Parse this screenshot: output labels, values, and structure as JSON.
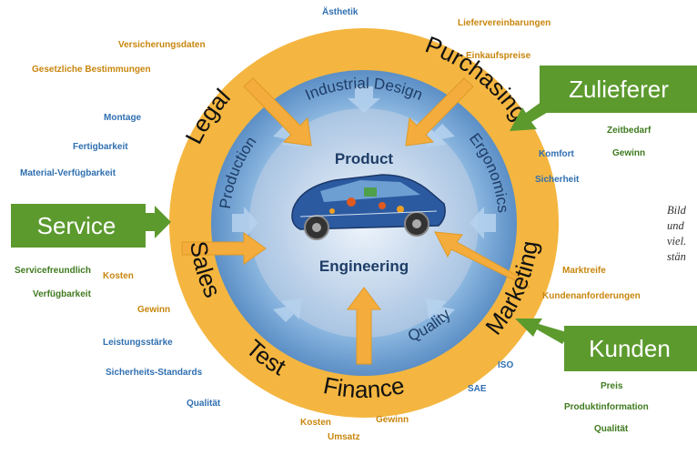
{
  "colors": {
    "outer_ring": "#f4b640",
    "inner_ring": "#6fa4d8",
    "core": "#c7d8ea",
    "arrow_orange": "#f4ad3c",
    "arrow_blue": "#8cb8e0",
    "green_box": "#5c9a2e",
    "ring_text": "#111111",
    "inner_text": "#1e3d66",
    "label_blue": "#2f6fb0",
    "label_orange": "#c8860e",
    "label_green": "#3f7a1f"
  },
  "outer_ring": {
    "legal": "Legal",
    "purchasing": "Purchasing",
    "marketing": "Marketing",
    "finance": "Finance",
    "test": "Test",
    "sales": "Sales"
  },
  "inner_ring": {
    "industrial_design": "Industrial Design",
    "ergonomics": "Ergonomics",
    "quality": "Quality",
    "production": "Production"
  },
  "core": {
    "product": "Product",
    "engineering": "Engineering"
  },
  "external": {
    "zulieferer": "Zulieferer",
    "service": "Service",
    "kunden": "Kunden"
  },
  "labels": {
    "asthetik": "Ästhetik",
    "liefervereinbarungen": "Liefervereinbarungen",
    "einkaufspreise": "Einkaufspreise",
    "versicherungsdaten": "Versicherungsdaten",
    "gesetzliche_bestimmungen": "Gesetzliche Bestimmungen",
    "montage": "Montage",
    "fertigbarkeit": "Fertigbarkeit",
    "material_verfugbarkeit": "Material-Verfügbarkeit",
    "zeitbedarf": "Zeitbedarf",
    "gewinn_zulieferer": "Gewinn",
    "komfort": "Komfort",
    "sicherheit": "Sicherheit",
    "servicefreundlich": "Servicefreundlich",
    "kosten_sales": "Kosten",
    "verfugbarkeit": "Verfügbarkeit",
    "gewinn_sales": "Gewinn",
    "marktreife": "Marktreife",
    "kundenanforderungen": "Kundenanforderungen",
    "leistungsstarke": "Leistungsstärke",
    "sicherheits_standards": "Sicherheits-Standards",
    "qualitat_test": "Qualität",
    "iso": "ISO",
    "sae": "SAE",
    "kosten_finance": "Kosten",
    "gewinn_finance": "Gewinn",
    "umsatz": "Umsatz",
    "preis": "Preis",
    "produktinformation": "Produktinformation",
    "qualitat_kunden": "Qualität"
  },
  "caption": {
    "line1": "Bild",
    "line2": "und",
    "line3": "viel.",
    "line4": "stän"
  }
}
